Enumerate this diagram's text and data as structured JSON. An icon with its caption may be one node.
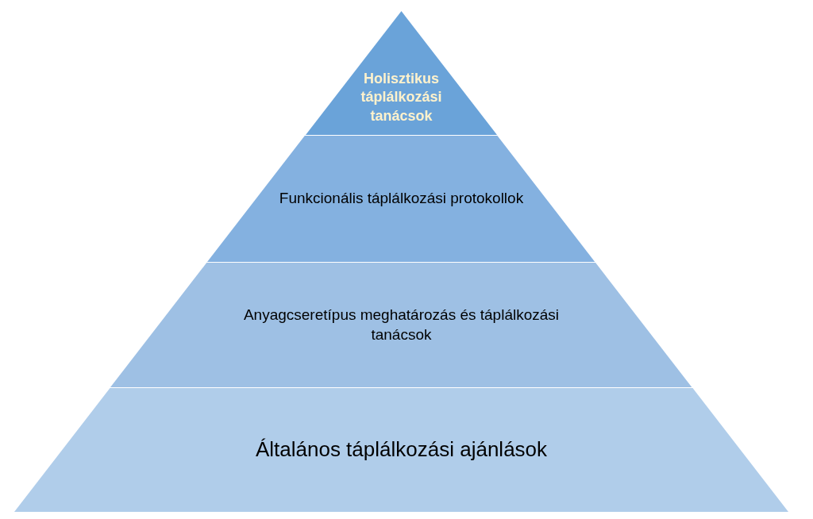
{
  "diagram": {
    "nodes": [
      {
        "text": [
          "Holisztikus táplálkozási tanácsok"
        ]
      },
      {
        "text": [
          "Funkcionális táplálkozási protokollok"
        ]
      },
      {
        "text": [
          "Anyagcseretípus meghatározás és táplálkozási tanácsok"
        ]
      },
      {
        "text": [
          "Általános táplálkozási ajánlások"
        ]
      }
    ]
  }
}
